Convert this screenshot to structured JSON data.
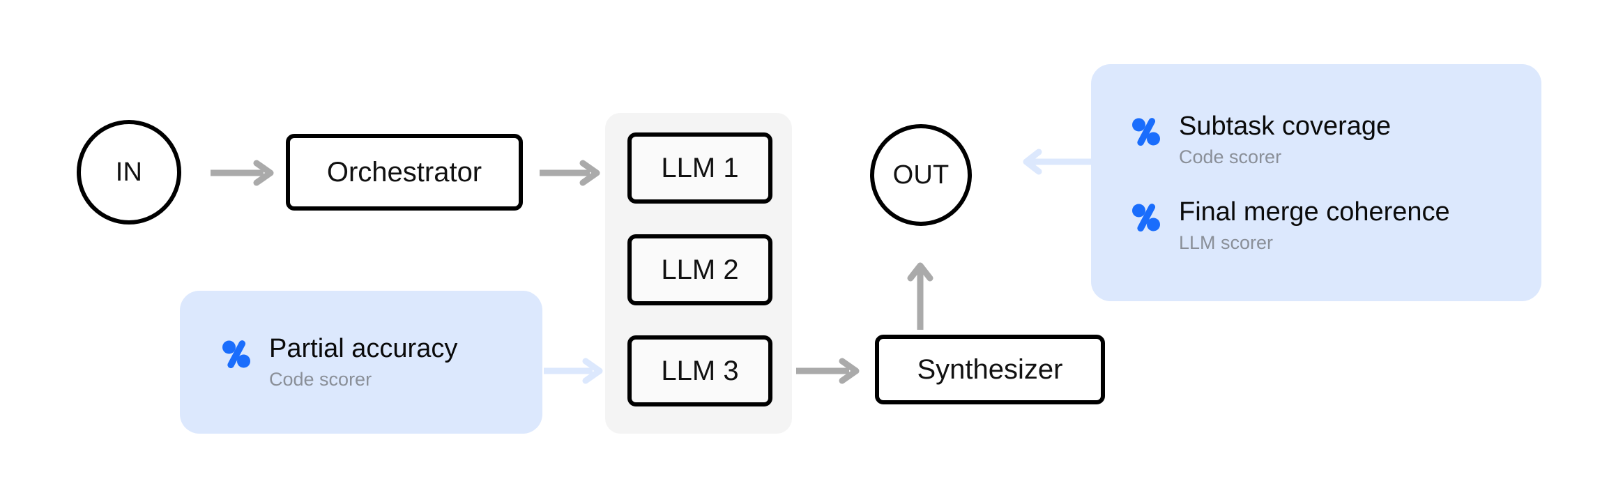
{
  "diagram": {
    "type": "flow-diagram",
    "background": "#ffffff",
    "colors": {
      "node_stroke": "#000000",
      "node_fill": "#ffffff",
      "cluster_fill": "#f4f4f4",
      "arrow_gray": "#aaaaaa",
      "arrow_blue": "#dce8fd",
      "panel_fill": "#dce8fd",
      "icon_blue": "#1a6dfc",
      "title_text": "#0a0a0a",
      "sub_text": "#8a8f98"
    },
    "nodes": {
      "input": {
        "label": "IN",
        "shape": "circle"
      },
      "orchestrator": {
        "label": "Orchestrator",
        "shape": "rounded-rect"
      },
      "llm_group": [
        {
          "label": "LLM 1"
        },
        {
          "label": "LLM 2"
        },
        {
          "label": "LLM 3"
        }
      ],
      "synthesizer": {
        "label": "Synthesizer",
        "shape": "rounded-rect"
      },
      "output": {
        "label": "OUT",
        "shape": "circle"
      }
    },
    "scorer_panels": {
      "left": {
        "items": [
          {
            "title": "Partial accuracy",
            "subtitle": "Code scorer",
            "icon": "percent-scorer-icon"
          }
        ]
      },
      "right": {
        "items": [
          {
            "title": "Subtask coverage",
            "subtitle": "Code scorer",
            "icon": "percent-scorer-icon"
          },
          {
            "title": "Final merge coherence",
            "subtitle": "LLM scorer",
            "icon": "percent-scorer-icon"
          }
        ]
      }
    },
    "edges": [
      {
        "name": "in-to-orchestrator",
        "from": "IN",
        "to": "Orchestrator",
        "style": "gray",
        "direction": "right"
      },
      {
        "name": "orchestrator-to-llm-group",
        "from": "Orchestrator",
        "to": "LLM 1",
        "style": "gray",
        "direction": "right"
      },
      {
        "name": "partial-accuracy-to-llm3",
        "from": "Partial accuracy",
        "to": "LLM 3",
        "style": "blue",
        "direction": "right"
      },
      {
        "name": "llm3-to-synthesizer",
        "from": "LLM 3",
        "to": "Synthesizer",
        "style": "gray",
        "direction": "right"
      },
      {
        "name": "synthesizer-to-out",
        "from": "Synthesizer",
        "to": "OUT",
        "style": "gray",
        "direction": "up"
      },
      {
        "name": "right-scorers-to-out",
        "from": "Subtask coverage / Final merge coherence",
        "to": "OUT",
        "style": "blue",
        "direction": "left"
      }
    ]
  }
}
